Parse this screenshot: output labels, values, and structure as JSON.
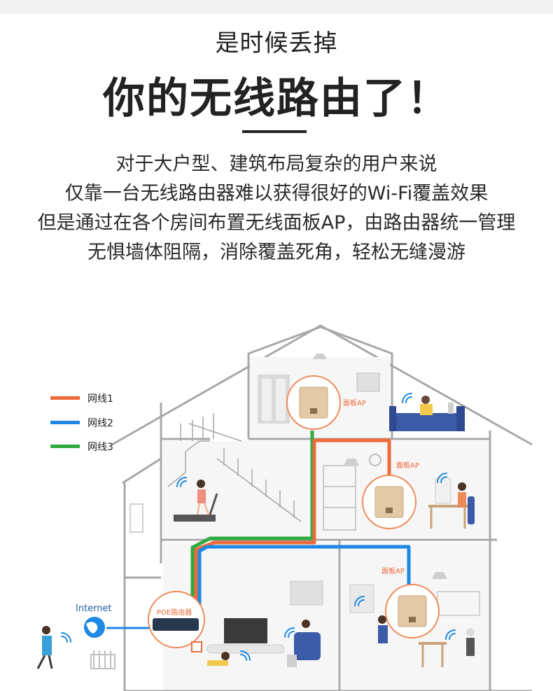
{
  "header": {
    "subtitle": "是时候丢掉",
    "title": "你的无线路由了！"
  },
  "description": [
    "对于大户型、建筑布局复杂的用户来说",
    "仅靠一台无线路由器难以获得很好的Wi-Fi覆盖效果",
    "但是通过在各个房间布置无线面板AP，由路由器统一管理",
    "无惧墙体阻隔，消除覆盖死角，轻松无缝漫游"
  ],
  "legend": [
    {
      "label": "网线1",
      "color": "#ee6a3a"
    },
    {
      "label": "网线2",
      "color": "#1e88e5"
    },
    {
      "label": "网线3",
      "color": "#2eaa3f"
    }
  ],
  "diagram": {
    "ap_label": "面板AP",
    "router_label": "POE路由器",
    "internet_label": "Internet"
  },
  "colors": {
    "cable1": "#ee6a3a",
    "cable2": "#1e88e5",
    "cable3": "#2eaa3f",
    "house_line": "#a8a8a8",
    "wall_fill": "#f4f4f4",
    "panel_gold": "#e3c9a6"
  }
}
